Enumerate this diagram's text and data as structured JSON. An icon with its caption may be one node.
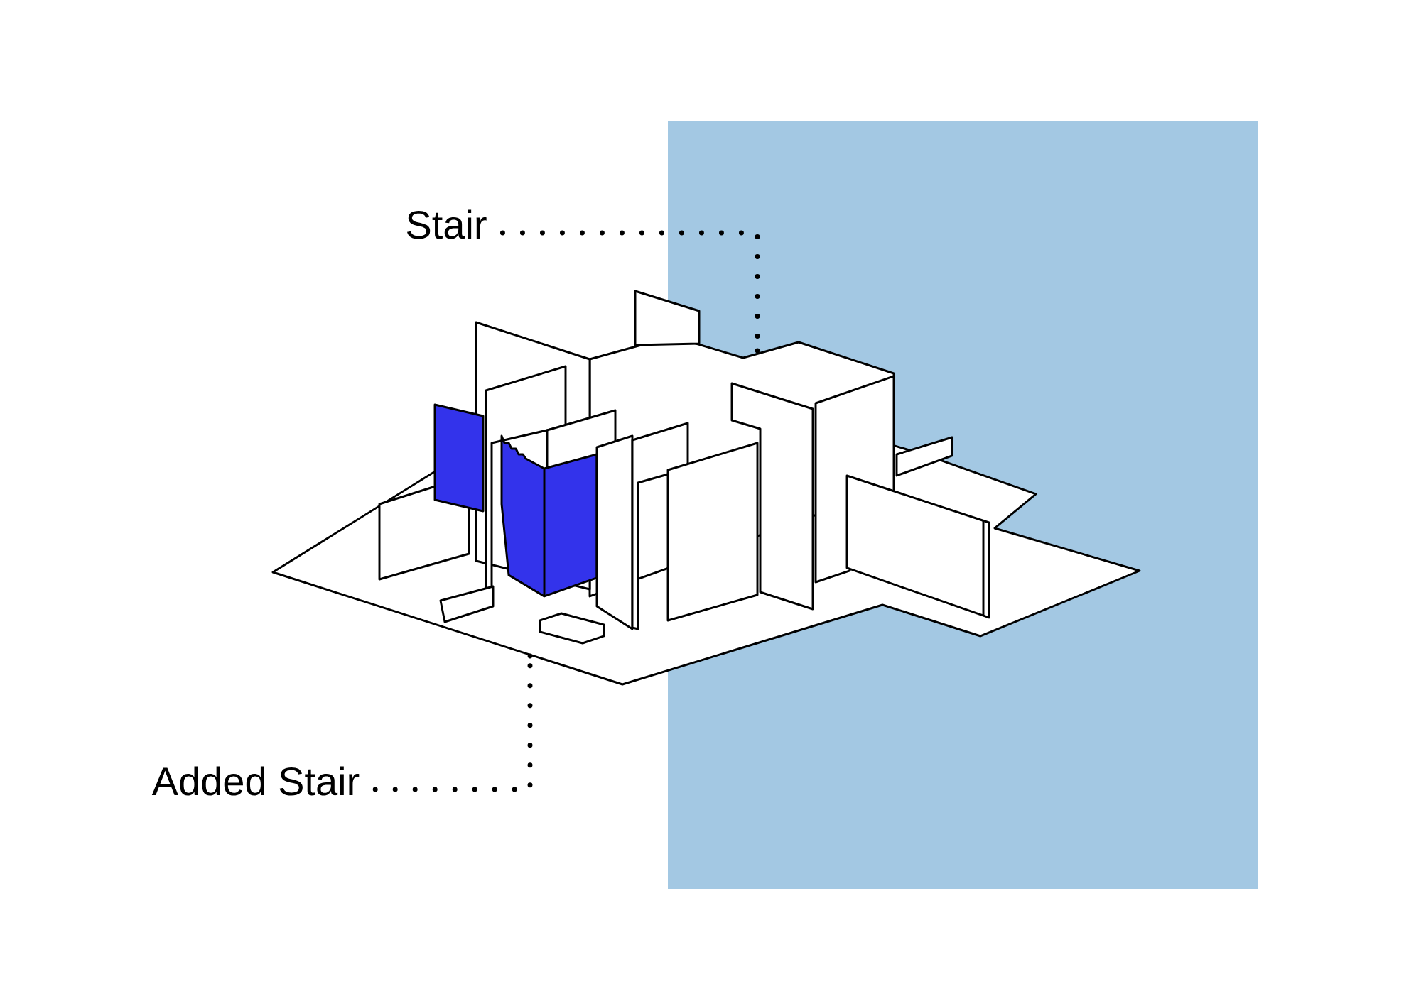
{
  "diagram": {
    "nodes": [
      {
        "text": [
          "Stair"
        ]
      },
      {
        "text": [],
        "shape": "circle"
      },
      {
        "text": [
          "Added Stair"
        ]
      },
      {
        "text": [],
        "shape": "circle"
      }
    ],
    "edges": [
      {
        "from": 0,
        "to": 1,
        "arrow": "none"
      },
      {
        "from": 2,
        "to": 3,
        "arrow": "none"
      }
    ]
  }
}
